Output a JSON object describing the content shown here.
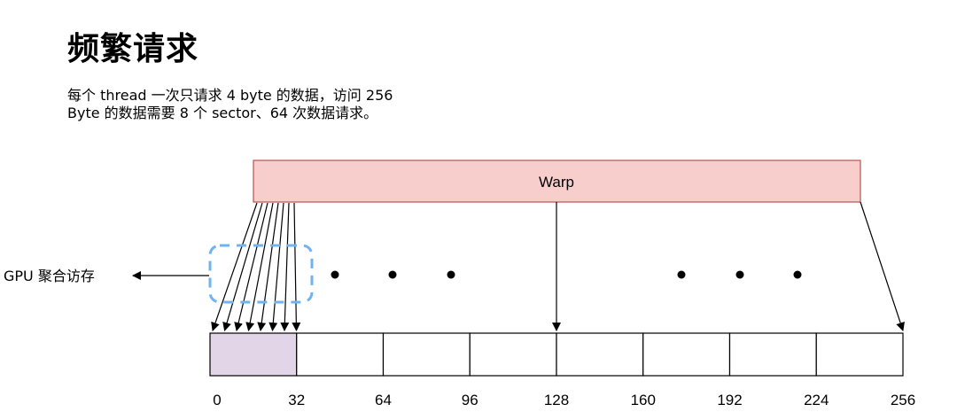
{
  "title": "频繁请求",
  "description": {
    "line1": "每个 thread 一次只请求 4 byte 的数据，访问 256",
    "line2": "Byte 的数据需要 8 个 sector、64 次数据请求。"
  },
  "diagram": {
    "warp_label": "Warp",
    "coalesce_label": "GPU 聚合访存",
    "memory_ticks": [
      "0",
      "32",
      "64",
      "96",
      "128",
      "160",
      "192",
      "224",
      "256"
    ],
    "sector_count": 8,
    "highlighted_sector": 0,
    "thread_arrows_shown": 8,
    "colors": {
      "warp_fill": "#f8cecc",
      "warp_stroke": "#b85450",
      "sector_highlight": "#e1d5e7",
      "dashed_box": "#6fb3f2"
    }
  }
}
